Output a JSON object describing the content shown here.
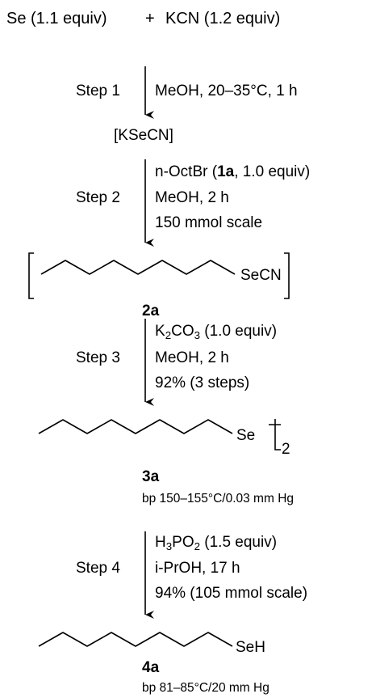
{
  "reactants": {
    "se": "Se (1.1 equiv)",
    "plus": "+",
    "kcn": "KCN (1.2 equiv)"
  },
  "step1": {
    "label": "Step 1",
    "conditions": [
      "MeOH, 20–35°C, 1 h"
    ]
  },
  "intermediate": "[KSeCN]",
  "step2": {
    "label": "Step 2",
    "reagent_pre": "n-OctBr (",
    "reagent_bold": "1a",
    "reagent_post": ", 1.0 equiv)",
    "conditions": [
      "MeOH, 2 h",
      "150 mmol scale"
    ]
  },
  "compound_2a": {
    "group": "SeCN",
    "label": "2a"
  },
  "step3": {
    "label": "Step 3",
    "reagent_pre": "K",
    "reagent_sub1": "2",
    "reagent_mid": "CO",
    "reagent_sub2": "3",
    "reagent_post": " (1.0 equiv)",
    "conditions": [
      "MeOH, 2 h",
      "92% (3 steps)"
    ]
  },
  "compound_3a": {
    "group": "Se",
    "subscript": "2",
    "label": "3a",
    "bp": "bp 150–155°C/0.03 mm Hg"
  },
  "step4": {
    "label": "Step 4",
    "reagent_pre": "H",
    "reagent_sub1": "3",
    "reagent_mid": "PO",
    "reagent_sub2": "2",
    "reagent_post": " (1.5 equiv)",
    "conditions": [
      "i-PrOH, 17 h",
      "94% (105 mmol scale)"
    ]
  },
  "compound_4a": {
    "group": "SeH",
    "label": "4a",
    "bp": "bp 81–85°C/20 mm Hg"
  }
}
